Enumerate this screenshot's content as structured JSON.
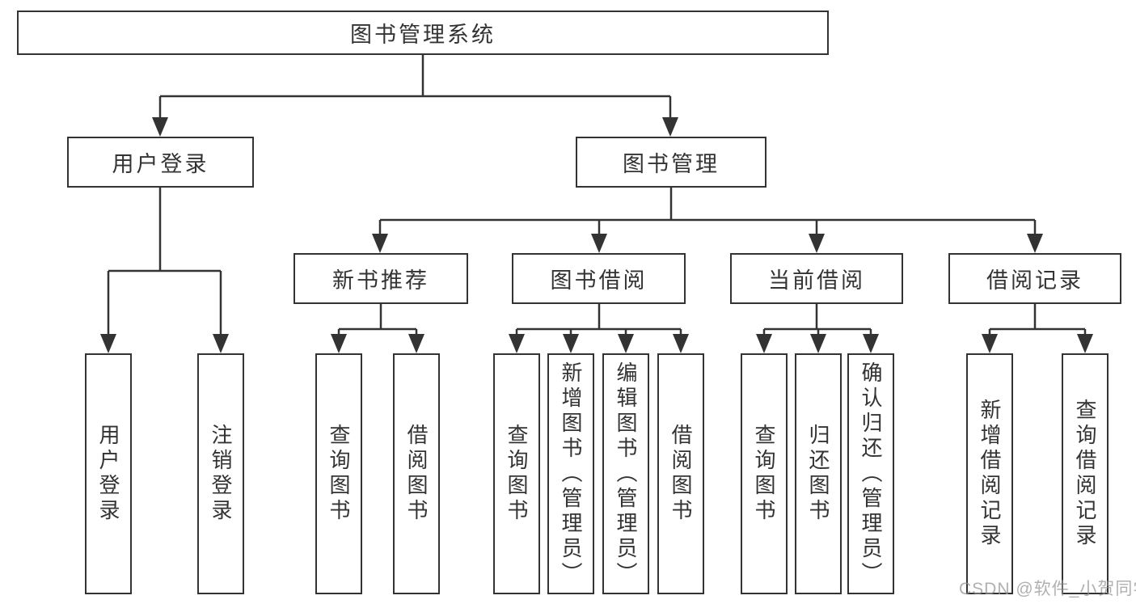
{
  "diagram_type": "hierarchy-flowchart",
  "tree": {
    "root": {
      "label": "图书管理系统"
    },
    "children": [
      {
        "label": "用户登录",
        "children": [
          {
            "label": "用户登录"
          },
          {
            "label": "注销登录"
          }
        ]
      },
      {
        "label": "图书管理",
        "children": [
          {
            "label": "新书推荐",
            "children": [
              {
                "label": "查询图书"
              },
              {
                "label": "借阅图书"
              }
            ]
          },
          {
            "label": "图书借阅",
            "children": [
              {
                "label": "查询图书"
              },
              {
                "label": "新增图书（管理员）"
              },
              {
                "label": "编辑图书（管理员）"
              },
              {
                "label": "借阅图书"
              }
            ]
          },
          {
            "label": "当前借阅",
            "children": [
              {
                "label": "查询图书"
              },
              {
                "label": "归还图书"
              },
              {
                "label": "确认归还（管理员）"
              }
            ]
          },
          {
            "label": "借阅记录",
            "children": [
              {
                "label": "新增借阅记录"
              },
              {
                "label": "查询借阅记录"
              }
            ]
          }
        ]
      }
    ]
  },
  "watermark": "CSDN @软件_小贺同学",
  "colors": {
    "line": "#333333",
    "box_border": "#333333",
    "text": "#333333",
    "background": "#ffffff",
    "watermark": "#919191"
  }
}
